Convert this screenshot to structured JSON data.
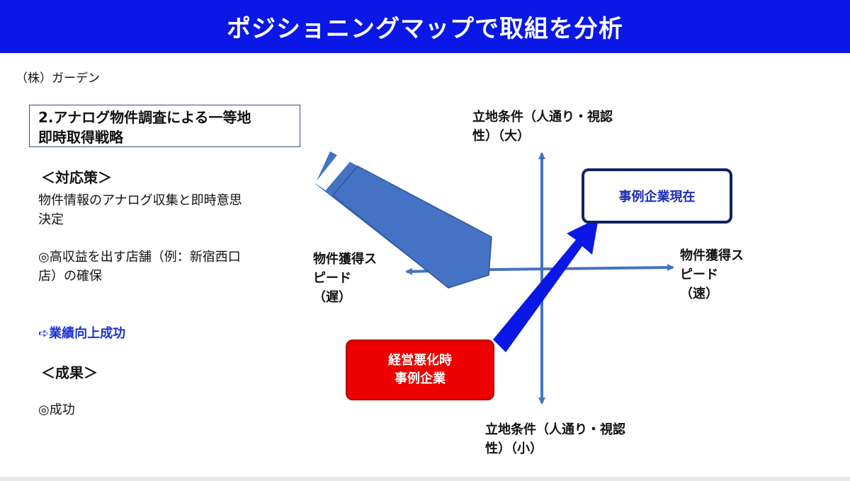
{
  "title": "ポジショニングマップで取組を分析",
  "company": "（株）ガーデン",
  "strategy": {
    "line1": "2.アナログ物件調査による一等地",
    "line2": "即時取得戦略"
  },
  "countermeasure": {
    "heading": "＜対応策＞",
    "line1": "物件情報のアナログ収集と即時意思",
    "line2": "決定",
    "item1": "◎高収益を出す店舗（例：新宿西口",
    "item2": "店）の確保",
    "result": "➪業績向上成功"
  },
  "outcome": {
    "heading": "＜成果＞",
    "item": "◎成功"
  },
  "axes": {
    "top_line1": "立地条件（人通り・視認",
    "top_line2": "性）（大）",
    "bottom_line1": "立地条件（人通り・視認",
    "bottom_line2": "性）（小）",
    "left_line1": "物件獲得ス",
    "left_line2": "ピード",
    "left_line3": "（遅）",
    "right_line1": "物件獲得ス",
    "right_line2": "ピード",
    "right_line3": "（速）"
  },
  "boxes": {
    "current": "事例企業現在",
    "worse_line1": "経営悪化時",
    "worse_line2": "事例企業"
  },
  "colors": {
    "title_bar": "#0a17e6",
    "axis": "#4472c4",
    "big_arrow": "#4472c4",
    "dark_arrow": "#0a17e6",
    "worse_box": "#ee0000",
    "current_border": "#0f2360"
  }
}
